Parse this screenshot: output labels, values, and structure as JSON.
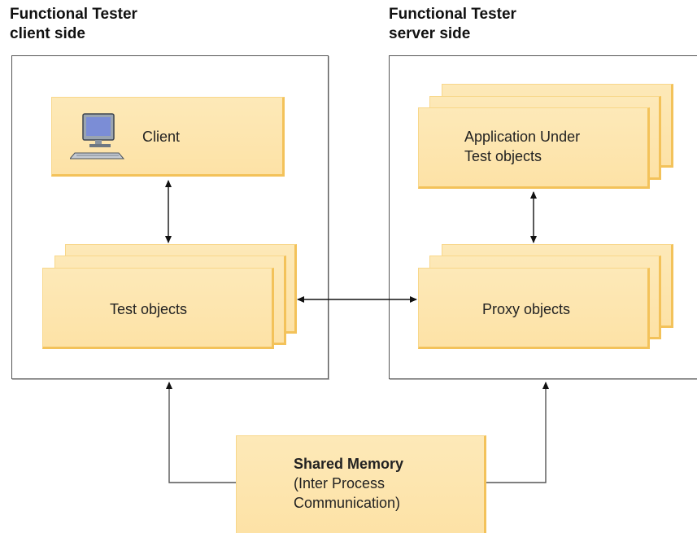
{
  "client_side": {
    "heading_line1": "Functional Tester",
    "heading_line2": "client side",
    "client_label": "Client",
    "computer_icon": "computer-icon",
    "test_objects_label": "Test objects"
  },
  "server_side": {
    "heading_line1": "Functional Tester",
    "heading_line2": "server side",
    "aut_label_line1": "Application Under",
    "aut_label_line2": "Test objects",
    "proxy_objects_label": "Proxy objects"
  },
  "shared_memory": {
    "title": "Shared Memory",
    "line2": "(Inter Process",
    "line3": "Communication)"
  },
  "colors": {
    "card_fill": "#fde5ad",
    "card_edge": "#f3c25a",
    "panel_border": "#555555",
    "arrow": "#111111"
  }
}
